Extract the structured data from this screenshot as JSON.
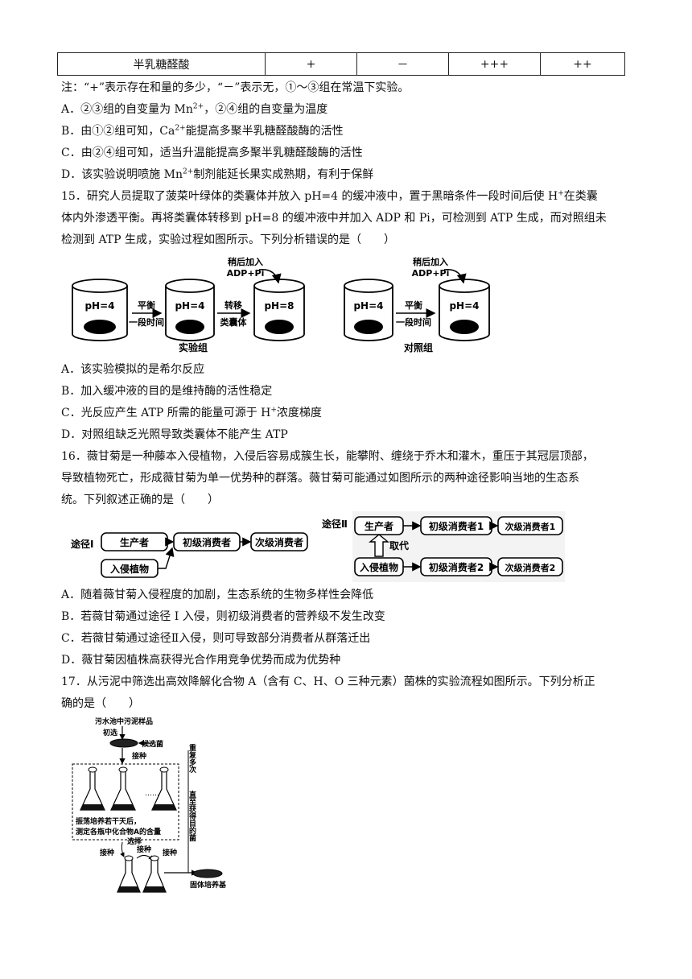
{
  "table_row": {
    "name": "半乳糖醛酸",
    "cells": [
      "+",
      "－",
      "+++",
      "++"
    ]
  },
  "note": "注：“+”表示存在和量的多少，“－”表示无，①～③组在常温下实验。",
  "q14_options": {
    "A_pre": "A．②③组的自变量为 Mn",
    "A_sup": "2+",
    "A_post": "，②④组的自变量为温度",
    "B_pre": "B．由①②组可知，Ca",
    "B_sup": "2+",
    "B_post": "能提高多聚半乳糖醛酸酶的活性",
    "C": "C．由②④组可知，适当升温能提高多聚半乳糖醛酸酶的活性",
    "D_pre": "D．该实验说明喷施 Mn",
    "D_sup": "2+",
    "D_post": "制剂能延长果实成熟期，有利于保鲜"
  },
  "q15": {
    "line1_pre": "15．研究人员提取了菠菜叶绿体的类囊体并放入 pH=4 的缓冲液中，置于黑暗条件一段时间后使 H",
    "line1_sup": "+",
    "line1_post": "在类囊",
    "line2": "体内外渗透平衡。再将类囊体转移到 pH=8 的缓冲液中并加入 ADP 和 Pi，可检测到 ATP 生成，而对照组未",
    "line3": "检测到 ATP 生成，实验过程如图所示。下列分析错误的是（　　）",
    "figure": {
      "add_label_1": "稍后加入",
      "add_label_2": "ADP+Pi",
      "ph4": "pH=4",
      "ph8": "pH=8",
      "balance": "平衡",
      "time": "一段时间",
      "transfer": "转移",
      "thylakoid": "类囊体",
      "exp_group": "实验组",
      "ctrl_group": "对照组"
    },
    "A": "A．该实验模拟的是希尔反应",
    "B": "B．加入缓冲液的目的是维持酶的活性稳定",
    "C_pre": "C．光反应产生 ATP 所需的能量可源于 H",
    "C_sup": "+",
    "C_post": "浓度梯度",
    "D": "D．对照组缺乏光照导致类囊体不能产生 ATP"
  },
  "q16": {
    "line1": "16．薇甘菊是一种藤本入侵植物，入侵后容易成簇生长，能攀附、缠绕于乔木和灌木，重压于其冠层顶部，",
    "line2": "导致植物死亡，形成薇甘菊为单一优势种的群落。薇甘菊可能通过如图所示的两种途径影响当地的生态系",
    "line3": "统。下列叙述正确的是（　　）",
    "figure": {
      "path1": "途径Ⅰ",
      "path2": "途径Ⅱ",
      "producer": "生产者",
      "primary": "初级消费者",
      "secondary": "次级消费者",
      "invasive": "入侵植物",
      "primary1": "初级消费者1",
      "secondary1": "次级消费者1",
      "primary2": "初级消费者2",
      "secondary2": "次级消费者2",
      "replace": "取代"
    },
    "A": "A．随着薇甘菊入侵程度的加剧，生态系统的生物多样性会降低",
    "B": "B．若薇甘菊通过途径 I 入侵，则初级消费者的营养级不发生改变",
    "C": "C．若薇甘菊通过途径Ⅱ入侵，则可导致部分消费者从群落迁出",
    "D": "D．薇甘菊因植株高获得光合作用竞争优势而成为优势种"
  },
  "q17": {
    "line1": "17．从污泥中筛选出高效降解化合物 A（含有 C、H、O 三种元素）菌株的实验流程如图所示。下列分析正",
    "line2": "确的是（　　）",
    "figure": {
      "sample": "污水池中污泥样品",
      "initial": "初选",
      "candidate": "候选菌",
      "inoculate": "接种",
      "repeat": "重复多次",
      "until": "直至获得目的菌",
      "dots": "……",
      "shake1": "振荡培养若干天后，",
      "shake2": "测定各瓶中化合物A的含量",
      "select": "选择",
      "solid": "固体培养基"
    }
  }
}
